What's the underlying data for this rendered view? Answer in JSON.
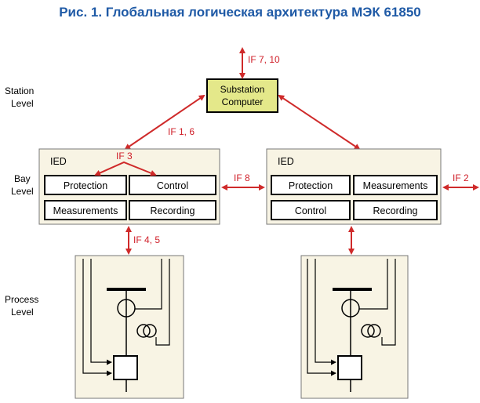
{
  "title": "Рис. 1. Глобальная логическая архитектура МЭК 61850",
  "levels": {
    "station": [
      "Station",
      "Level"
    ],
    "bay": [
      "Bay",
      "Level"
    ],
    "process": [
      "Process",
      "Level"
    ]
  },
  "substation": [
    "Substation",
    "Computer"
  ],
  "ied_left": {
    "title": "IED",
    "functions": [
      "Protection",
      "Control",
      "Measurements",
      "Recording"
    ]
  },
  "ied_right": {
    "title": "IED",
    "functions": [
      "Protection",
      "Measurements",
      "Control",
      "Recording"
    ]
  },
  "interfaces": {
    "if_7_10": "IF 7, 10",
    "if_1_6": "IF 1, 6",
    "if_3": "IF 3",
    "if_8": "IF 8",
    "if_2": "IF 2",
    "if_4_5": "IF 4, 5"
  },
  "colors": {
    "title": "#1f5aa6",
    "arrow": "#cf2a2a",
    "substation_fill": "#e4e88a",
    "panel_fill": "#f8f4e4"
  }
}
